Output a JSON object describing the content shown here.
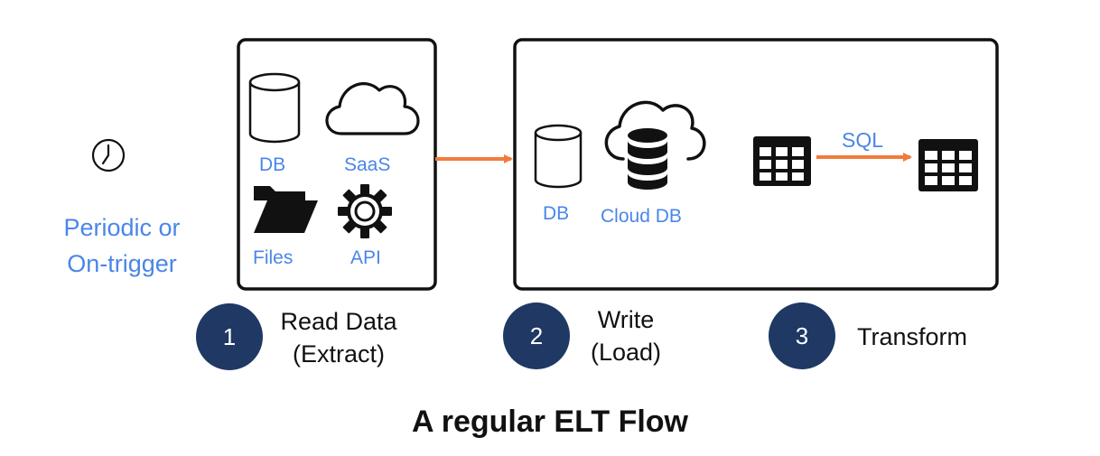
{
  "trigger": {
    "icon": "clock-icon",
    "label_line1": "Periodic or",
    "label_line2": "On-trigger"
  },
  "extract_box": {
    "sources": [
      {
        "label": "DB",
        "icon": "database-icon"
      },
      {
        "label": "SaaS",
        "icon": "cloud-icon"
      },
      {
        "label": "Files",
        "icon": "folder-icon"
      },
      {
        "label": "API",
        "icon": "gear-icon"
      }
    ]
  },
  "load_box": {
    "targets": [
      {
        "label": "DB",
        "icon": "database-icon"
      },
      {
        "label": "Cloud DB",
        "icon": "cloud-database-icon"
      }
    ],
    "transform_label": "SQL"
  },
  "steps": [
    {
      "number": "1",
      "line1": "Read Data",
      "line2": "(Extract)"
    },
    {
      "number": "2",
      "line1": "Write",
      "line2": "(Load)"
    },
    {
      "number": "3",
      "line1": "Transform",
      "line2": ""
    }
  ],
  "title": "A regular ELT Flow",
  "colors": {
    "label_blue": "#4a86e8",
    "arrow_orange": "#f07c3c",
    "badge_navy": "#1f3864",
    "stroke": "#111111"
  }
}
